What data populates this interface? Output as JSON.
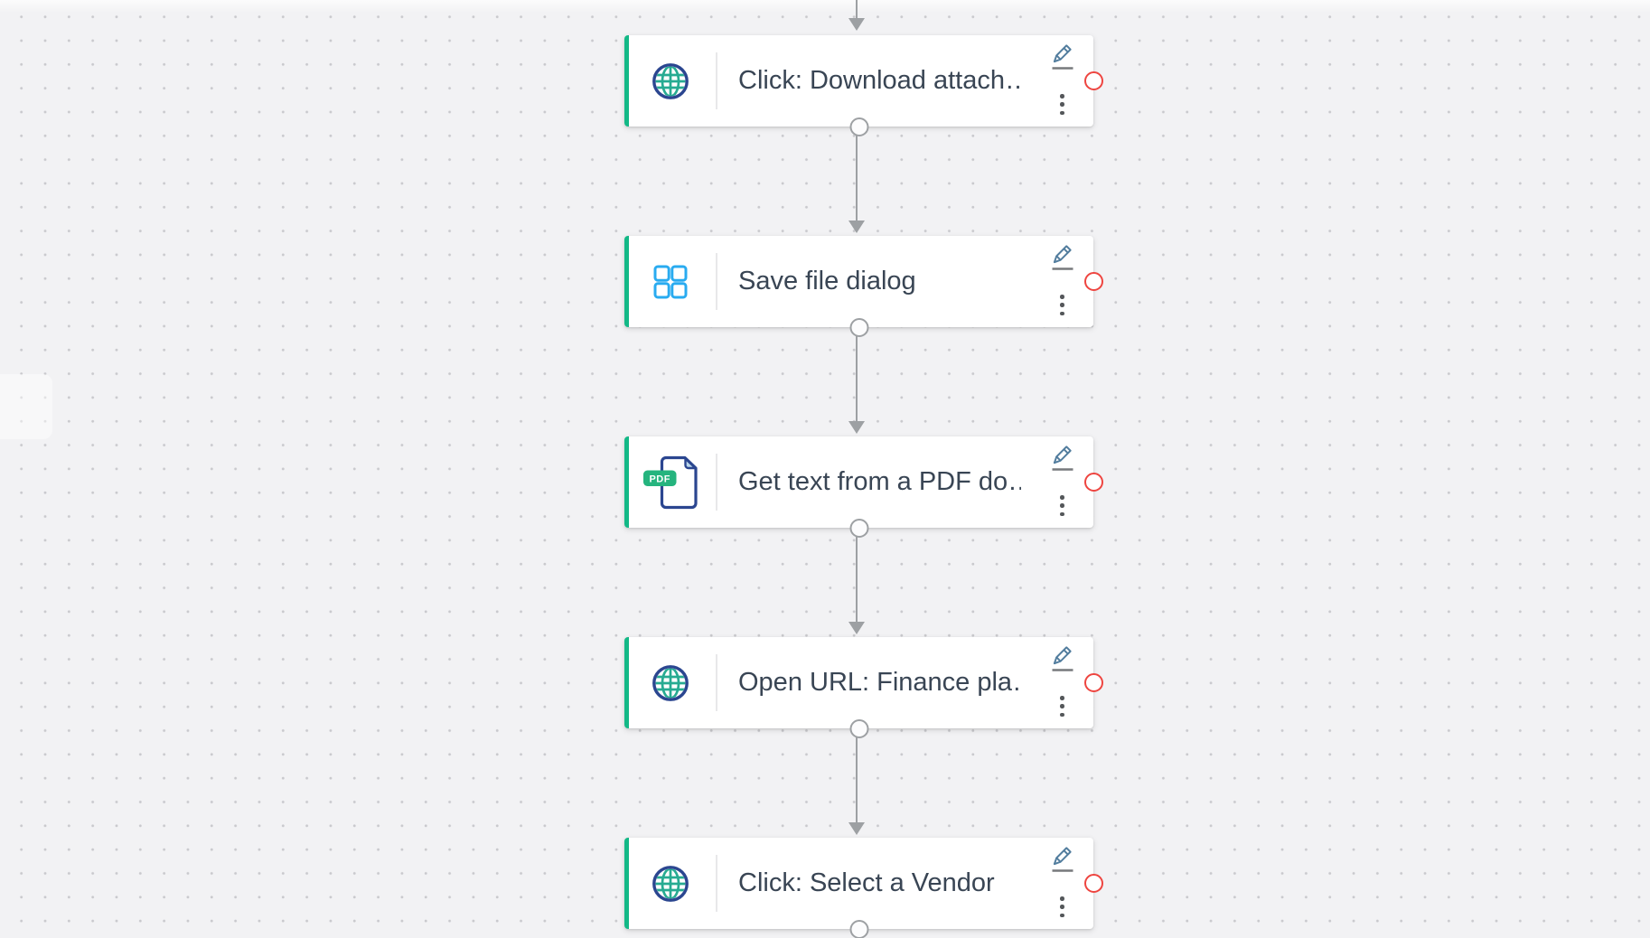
{
  "workflow": {
    "steps": [
      {
        "title": "Click: Download attach…",
        "icon": "globe-icon",
        "error_indicator": true
      },
      {
        "title": "Save file dialog",
        "icon": "app-grid-icon",
        "error_indicator": true
      },
      {
        "title": "Get text from a PDF do…",
        "icon": "pdf-document-icon",
        "error_indicator": true
      },
      {
        "title": "Open URL: Finance pla…",
        "icon": "globe-icon",
        "error_indicator": true
      },
      {
        "title": "Click: Select a Vendor",
        "icon": "globe-icon",
        "error_indicator": true
      }
    ],
    "pdf_badge_label": "PDF"
  },
  "colors": {
    "accent_green": "#13b886",
    "globe_navy": "#2b4690",
    "globe_teal": "#27ab92",
    "grid_cyan": "#29abf0",
    "badge_green": "#25b47e",
    "error_ring_red": "#ee4540",
    "connector_gray": "#9da0a3",
    "title_text": "#394554",
    "canvas_bg": "#f2f2f4",
    "canvas_dot": "#c9c9cd"
  }
}
